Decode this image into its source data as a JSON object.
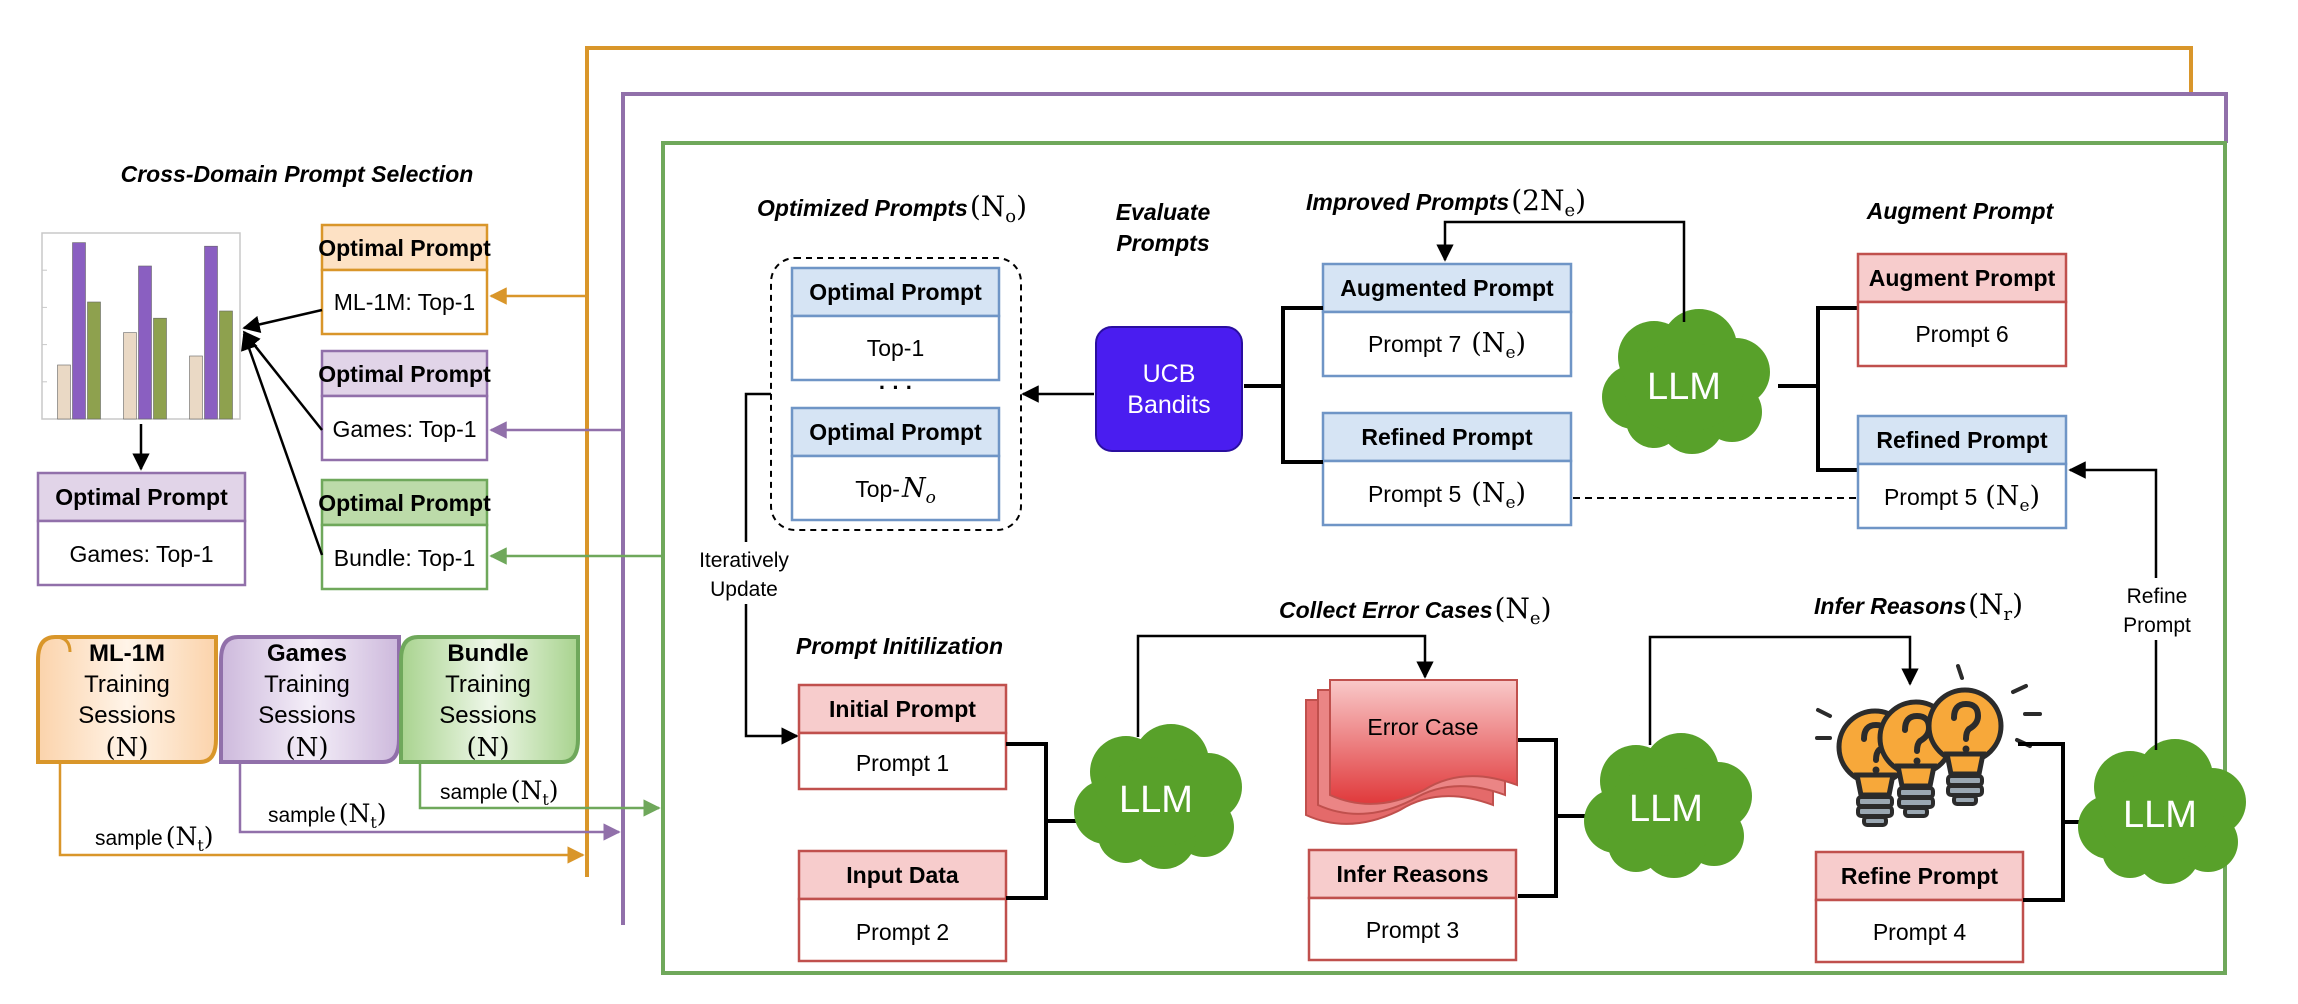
{
  "titles": {
    "cross_domain": "Cross-Domain Prompt Selection",
    "optimized_prompts": "Optimized Prompts",
    "optimized_var": "(N",
    "optimized_sub": "o",
    "evaluate_line1": "Evaluate",
    "evaluate_line2": "Prompts",
    "improved_prompts": "Improved Prompts",
    "improved_var": "(2N",
    "improved_sub": "e",
    "augment_prompt": "Augment Prompt",
    "prompt_init": "Prompt Initilization",
    "collect_error": "Collect Error Cases",
    "collect_var": "(N",
    "collect_sub": "e",
    "infer_reasons": "Infer Reasons",
    "infer_var": "(N",
    "infer_sub": "r"
  },
  "selection": {
    "ml1m_header": "Optimal Prompt",
    "ml1m_body": "ML-1M: Top-1",
    "games_header": "Optimal Prompt",
    "games_body": "Games: Top-1",
    "bundle_header": "Optimal Prompt",
    "bundle_body": "Bundle: Top-1",
    "final_header": "Optimal Prompt",
    "final_body": "Games: Top-1"
  },
  "datasets": [
    {
      "name": "ML-1M",
      "line1": "Training",
      "line2": "Sessions",
      "var": "(N)"
    },
    {
      "name": "Games",
      "line1": "Training",
      "line2": "Sessions",
      "var": "(N)"
    },
    {
      "name": "Bundle",
      "line1": "Training",
      "line2": "Sessions",
      "var": "(N)"
    }
  ],
  "sample_label": "sample",
  "sample_var": "(N",
  "sample_sub": "t",
  "optimized": {
    "top_header": "Optimal Prompt",
    "top_body": "Top-1",
    "dots": "· · ·",
    "bot_header": "Optimal Prompt",
    "bot_body": "Top-",
    "bot_var": "N",
    "bot_sub": "o"
  },
  "ucb": {
    "line1": "UCB",
    "line2": "Bandits"
  },
  "iter_update": {
    "line1": "Iteratively",
    "line2": "Update"
  },
  "augmented": {
    "header": "Augmented Prompt",
    "body": "Prompt 7",
    "var": "(N",
    "sub": "e"
  },
  "refined_mid": {
    "header": "Refined Prompt",
    "body": "Prompt 5",
    "var": "(N",
    "sub": "e"
  },
  "augment_box": {
    "header": "Augment Prompt",
    "body": "Prompt 6"
  },
  "refined_right": {
    "header": "Refined Prompt",
    "body": "Prompt 5",
    "var": "(N",
    "sub": "e"
  },
  "llm_label": "LLM",
  "initial": {
    "header": "Initial Prompt",
    "body": "Prompt 1"
  },
  "input_data": {
    "header": "Input Data",
    "body": "Prompt 2"
  },
  "error_case": "Error Case",
  "infer_box": {
    "header": "Infer Reasons",
    "body": "Prompt 3"
  },
  "refine_box": {
    "header": "Refine Prompt",
    "body": "Prompt 4"
  },
  "refine_arrow": {
    "line1": "Refine",
    "line2": "Prompt"
  },
  "colors": {
    "orange": "#d9962a",
    "orange_fill": "#fde1c4",
    "purple": "#9170aa",
    "purple_fill": "#e1d4e8",
    "green": "#6fa85b",
    "green_fill": "#bcdba9",
    "blue_stroke": "#6f95c6",
    "blue_fill": "#d6e4f4",
    "red_stroke": "#c0504d",
    "red_fill": "#f7cccc",
    "llm_green": "#58a12a",
    "ucb_fill": "#4a1df0"
  },
  "chart_data": {
    "type": "bar",
    "categories": [
      "",
      "",
      ""
    ],
    "series": [
      {
        "values": [
          0.3,
          0.48,
          0.35
        ],
        "color": "#ead9c5"
      },
      {
        "values": [
          0.98,
          0.85,
          0.96
        ],
        "color": "#8a5fc1"
      },
      {
        "values": [
          0.65,
          0.56,
          0.6
        ],
        "color": "#8ea14e"
      }
    ],
    "ylim": [
      0,
      1
    ]
  }
}
